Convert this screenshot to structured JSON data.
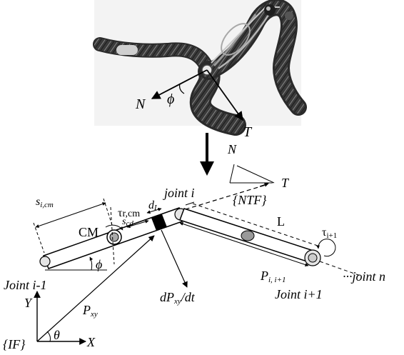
{
  "photo": {
    "label_N": "N",
    "label_phi": "ϕ",
    "label_T": "T"
  },
  "diagram": {
    "ntf_N": "N",
    "ntf_T": "T",
    "ntf_frame": "{NTF}",
    "joint_i": "joint i",
    "s_i_cm_base": "s",
    "s_i_cm_sub": "i,cm",
    "tau_r_cm_base": "τ",
    "tau_r_cm_sub": "r,cm",
    "d_L_base": "d",
    "d_L_sub": "L",
    "s_cd_base": "s",
    "s_cd_sub": "cd",
    "cm": "CM",
    "L": "L",
    "tau_i1_base": "τ",
    "tau_i1_sub": "i+1",
    "phi": "ϕ",
    "joint_i_minus_1": "Joint i-1",
    "P_i_i1_base": "P",
    "P_i_i1_sub": "i, i+1",
    "joint_i_plus_1": "Joint i+1",
    "joint_n": "···joint n",
    "dPxy_base": "dP",
    "dPxy_sub": "xy",
    "dPxy_tail": "/dt",
    "Y": "Y",
    "P_xy_base": "P",
    "P_xy_sub": "xy",
    "theta": "θ",
    "X": "X",
    "IF": "{IF}"
  }
}
